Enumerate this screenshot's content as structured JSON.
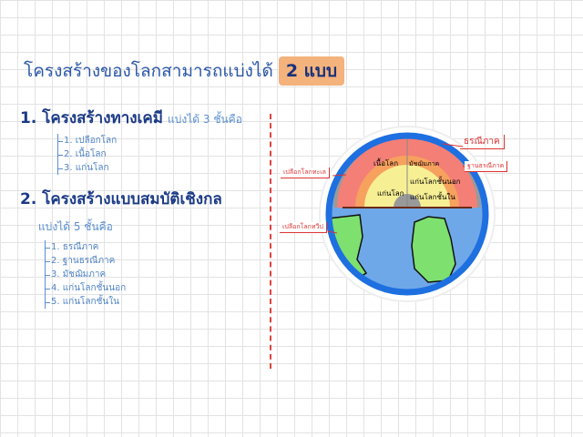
{
  "title": {
    "text": "โครงสร้างของโลกสามารถแบ่งได้",
    "highlight": "2 แบบ"
  },
  "section1": {
    "heading": "1. โครงสร้างทางเคมี",
    "subtitle": "แบ่งได้ 3 ชั้นคือ",
    "items": [
      "1. เปลือกโลก",
      "2. เนื้อโลก",
      "3. แก่นโลก"
    ]
  },
  "section2": {
    "heading": "2. โครงสร้างแบบสมบัติเชิงกล",
    "subtitle": "แบ่งได้ 5 ชั้นคือ",
    "items": [
      "1. ธรณีภาค",
      "2. ฐานธรณีภาค",
      "3. มัชฌิมภาค",
      "4. แก่นโลกชั้นนอก",
      "5. แก่นโลกชั้นใน"
    ]
  },
  "diagram": {
    "labels": {
      "lithosphere": "ธรณีภาค",
      "asthenosphere": "ฐานธรณีภาค",
      "oceanic_crust": "เปลือกโลกทะเล",
      "continental_crust": "เปลือกโลกทวีป",
      "mantle": "เนื้อโลก",
      "mesosphere": "มัชฌิมภาค",
      "outer_core": "แก่นโลกชั้นนอก",
      "core": "แก่นโลก",
      "inner_core": "แก่นโลกชั้นใน"
    }
  }
}
